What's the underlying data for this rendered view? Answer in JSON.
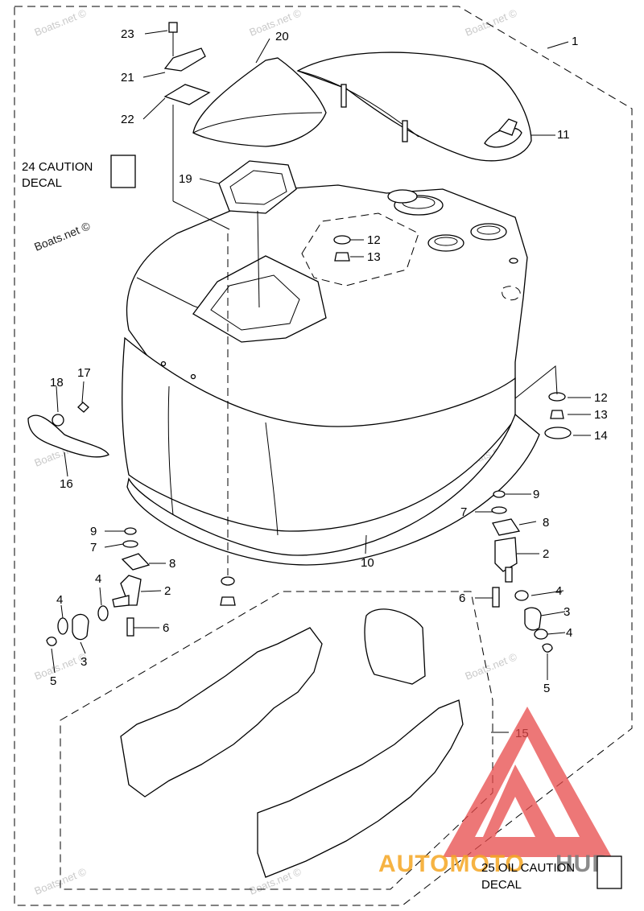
{
  "callouts": {
    "c1": "1",
    "c2a": "2",
    "c2b": "2",
    "c3a": "3",
    "c3b": "3",
    "c4a": "4",
    "c4b": "4",
    "c4c": "4",
    "c4d": "4",
    "c5a": "5",
    "c5b": "5",
    "c6a": "6",
    "c6b": "6",
    "c7a": "7",
    "c7b": "7",
    "c8a": "8",
    "c8b": "8",
    "c9a": "9",
    "c9b": "9",
    "c10": "10",
    "c11": "11",
    "c12a": "12",
    "c12b": "12",
    "c13a": "13",
    "c13b": "13",
    "c14": "14",
    "c15": "15",
    "c16": "16",
    "c17": "17",
    "c18": "18",
    "c19": "19",
    "c20": "20",
    "c21": "21",
    "c22": "22",
    "c23": "23"
  },
  "decals": {
    "caution_line1": "24 CAUTION",
    "caution_line2": "DECAL",
    "oil_line1": "25 OIL CAUTION",
    "oil_line2": "DECAL"
  },
  "watermarks": {
    "boats": "Boats.net ©",
    "brand_part1": "AUTOMOTO",
    "brand_part2": "HUB"
  },
  "colors": {
    "brand_orange": "#f5a623",
    "brand_red_logo": "#e84a4a",
    "watermark_gray": "#c9c9c9"
  }
}
